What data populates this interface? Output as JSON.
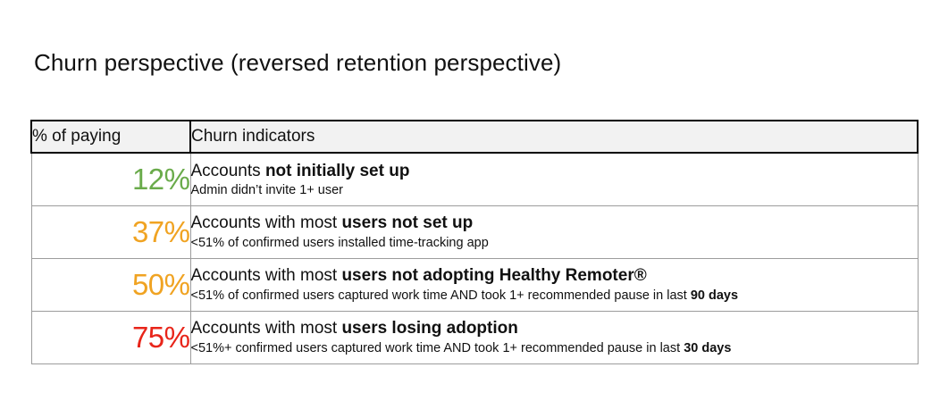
{
  "slide": {
    "title": "Churn perspective (reversed retention perspective)",
    "background": "#ffffff"
  },
  "colors": {
    "green": "#6aab4b",
    "orange": "#f0a322",
    "red": "#e8251a",
    "header_bg": "#f2f2f2",
    "border_dark": "#000000",
    "border_light": "#9c9c9c",
    "text": "#111111"
  },
  "table": {
    "headers": {
      "percent": "% of paying",
      "indicators": "Churn indicators"
    },
    "rows": [
      {
        "percent": "12%",
        "color_key": "green",
        "title_prefix": "Accounts ",
        "title_bold": "not initially set up",
        "title_suffix": "",
        "sub_prefix": "Admin didn’t invite 1+ user",
        "sub_bold": "",
        "sub_suffix": ""
      },
      {
        "percent": "37%",
        "color_key": "orange",
        "title_prefix": "Accounts with most ",
        "title_bold": "users not set up",
        "title_suffix": "",
        "sub_prefix": "<51% of confirmed users installed time-tracking app",
        "sub_bold": "",
        "sub_suffix": ""
      },
      {
        "percent": "50%",
        "color_key": "orange",
        "title_prefix": "Accounts with most ",
        "title_bold": "users not adopting Healthy Remoter®",
        "title_suffix": "",
        "sub_prefix": "<51% of confirmed users captured work time AND took 1+ recommended pause in last ",
        "sub_bold": "90 days",
        "sub_suffix": ""
      },
      {
        "percent": "75%",
        "color_key": "red",
        "title_prefix": "Accounts with most ",
        "title_bold": "users losing adoption",
        "title_suffix": "",
        "sub_prefix": "<51%+ confirmed users captured work time AND took 1+ recommended pause in last ",
        "sub_bold": "30 days",
        "sub_suffix": ""
      }
    ]
  }
}
